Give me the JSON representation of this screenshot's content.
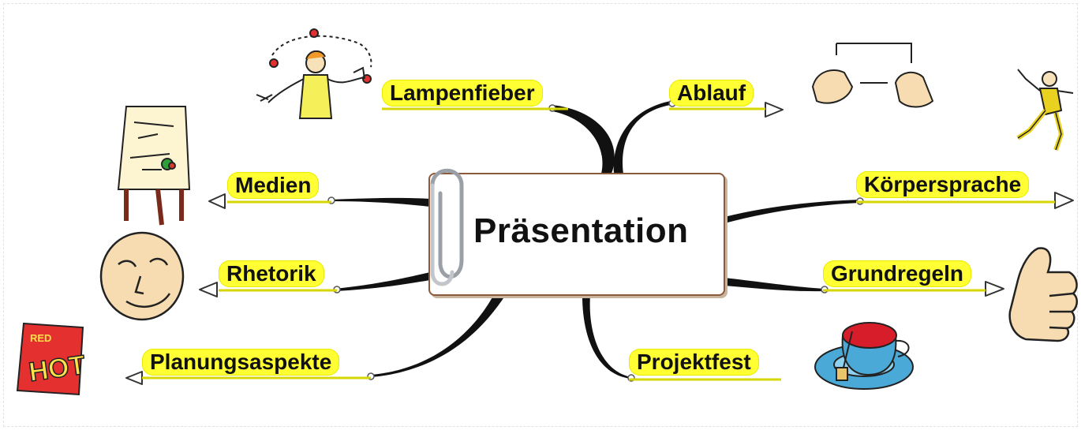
{
  "diagram": {
    "central_topic": "Präsentation",
    "branches": [
      {
        "id": "lampenfieber",
        "label": "Lampenfieber"
      },
      {
        "id": "ablauf",
        "label": "Ablauf"
      },
      {
        "id": "medien",
        "label": "Medien"
      },
      {
        "id": "koerpersprache",
        "label": "Körpersprache"
      },
      {
        "id": "rhetorik",
        "label": "Rhetorik"
      },
      {
        "id": "grundregeln",
        "label": "Grundregeln"
      },
      {
        "id": "planungsaspekte",
        "label": "Planungsaspekte"
      },
      {
        "id": "projektfest",
        "label": "Projektfest"
      }
    ],
    "clipart": {
      "hot_sign_text": "HOT",
      "hot_sign_small_text": "RED"
    },
    "colors": {
      "topic_fill": "#ffff33",
      "branch_line": "#111111",
      "central_border": "#8b5a3c"
    }
  }
}
